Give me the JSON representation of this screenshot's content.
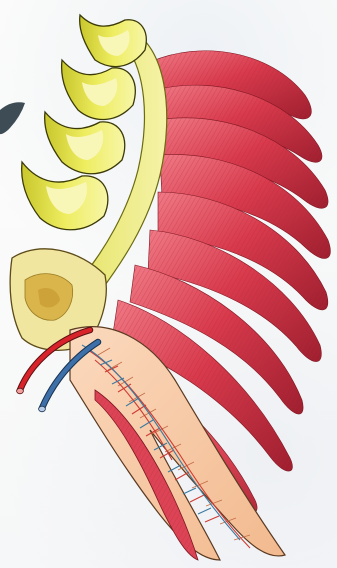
{
  "figure": {
    "subject": "gill-arch-with-filaments",
    "parts": [
      "gill-rakers",
      "gill-arch",
      "gill-filaments",
      "afferent-vessel",
      "efferent-vessel",
      "capillary-network"
    ]
  },
  "colors": {
    "background": "#fbfbf8",
    "filament_red": "#d83a4c",
    "filament_dark": "#9e1f2f",
    "filament_light": "#f07a86",
    "raker_yellow": "#e3e24a",
    "raker_light": "#f4f39a",
    "raker_dark": "#a7a51c",
    "arch_yellow": "#efe27a",
    "arch_inner": "#d7b24a",
    "cross_section_pink": "#f7c6a4",
    "artery_red": "#d8232a",
    "vein_blue": "#3d6fa8",
    "capillary_red": "#cf3b33",
    "capillary_blue": "#3b7aa0",
    "outline": "#2a1f1a"
  }
}
